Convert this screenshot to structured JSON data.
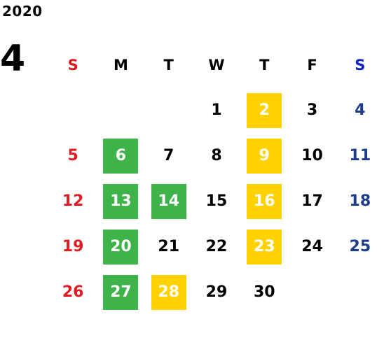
{
  "calendar": {
    "year": "2020",
    "month": "4",
    "weekdays": [
      "S",
      "M",
      "T",
      "W",
      "T",
      "F",
      "S"
    ],
    "colors": {
      "sunday": "#e0161c",
      "saturday_header": "#1224c8",
      "saturday": "#1c3c8c",
      "green_highlight": "#3db34a",
      "yellow_highlight": "#ffd200"
    },
    "weeks": [
      [
        {
          "day": "",
          "kind": "sun",
          "mark": ""
        },
        {
          "day": "",
          "kind": "",
          "mark": ""
        },
        {
          "day": "",
          "kind": "",
          "mark": ""
        },
        {
          "day": "1",
          "kind": "",
          "mark": ""
        },
        {
          "day": "2",
          "kind": "",
          "mark": "yellow"
        },
        {
          "day": "3",
          "kind": "",
          "mark": ""
        },
        {
          "day": "4",
          "kind": "sat",
          "mark": ""
        }
      ],
      [
        {
          "day": "5",
          "kind": "sun",
          "mark": ""
        },
        {
          "day": "6",
          "kind": "",
          "mark": "green"
        },
        {
          "day": "7",
          "kind": "",
          "mark": ""
        },
        {
          "day": "8",
          "kind": "",
          "mark": ""
        },
        {
          "day": "9",
          "kind": "",
          "mark": "yellow"
        },
        {
          "day": "10",
          "kind": "",
          "mark": ""
        },
        {
          "day": "11",
          "kind": "sat",
          "mark": ""
        }
      ],
      [
        {
          "day": "12",
          "kind": "sun",
          "mark": ""
        },
        {
          "day": "13",
          "kind": "",
          "mark": "green"
        },
        {
          "day": "14",
          "kind": "",
          "mark": "green"
        },
        {
          "day": "15",
          "kind": "",
          "mark": ""
        },
        {
          "day": "16",
          "kind": "",
          "mark": "yellow"
        },
        {
          "day": "17",
          "kind": "",
          "mark": ""
        },
        {
          "day": "18",
          "kind": "sat",
          "mark": ""
        }
      ],
      [
        {
          "day": "19",
          "kind": "sun",
          "mark": ""
        },
        {
          "day": "20",
          "kind": "",
          "mark": "green"
        },
        {
          "day": "21",
          "kind": "",
          "mark": ""
        },
        {
          "day": "22",
          "kind": "",
          "mark": ""
        },
        {
          "day": "23",
          "kind": "",
          "mark": "yellow"
        },
        {
          "day": "24",
          "kind": "",
          "mark": ""
        },
        {
          "day": "25",
          "kind": "sat",
          "mark": ""
        }
      ],
      [
        {
          "day": "26",
          "kind": "sun",
          "mark": ""
        },
        {
          "day": "27",
          "kind": "",
          "mark": "green"
        },
        {
          "day": "28",
          "kind": "",
          "mark": "yellow"
        },
        {
          "day": "29",
          "kind": "",
          "mark": ""
        },
        {
          "day": "30",
          "kind": "",
          "mark": ""
        },
        {
          "day": "",
          "kind": "",
          "mark": ""
        },
        {
          "day": "",
          "kind": "sat",
          "mark": ""
        }
      ]
    ]
  }
}
